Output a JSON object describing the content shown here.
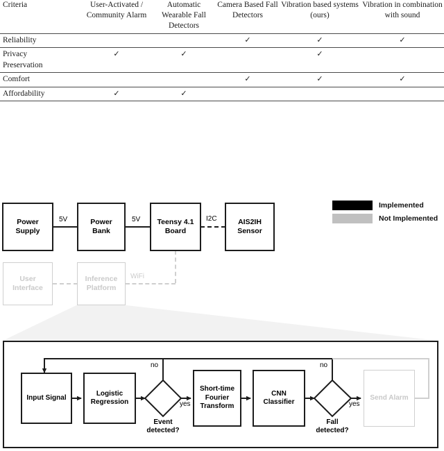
{
  "table": {
    "columns": [
      "Criteria",
      "User-Activated / Community Alarm",
      "Automatic Wearable Fall Detectors",
      "Camera Based Fall Detectors",
      "Vibration based systems (ours)",
      "Vibration in combination with sound"
    ],
    "check_glyph": "✓",
    "rows": [
      {
        "criteria": "Reliability",
        "marks": [
          "",
          "",
          "✓",
          "✓",
          "✓"
        ]
      },
      {
        "criteria": "Privacy Preservation",
        "marks": [
          "✓",
          "✓",
          "",
          "✓",
          ""
        ]
      },
      {
        "criteria": "Comfort",
        "marks": [
          "",
          "",
          "✓",
          "✓",
          "✓"
        ]
      },
      {
        "criteria": "Affordability",
        "marks": [
          "✓",
          "✓",
          "",
          "",
          ""
        ]
      }
    ]
  },
  "hardware": {
    "blocks": [
      {
        "label": "Power\nSupply",
        "state": "implemented"
      },
      {
        "label": "Power\nBank",
        "state": "implemented"
      },
      {
        "label": "Teensy 4.1\nBoard",
        "state": "implemented"
      },
      {
        "label": "AIS2IH\nSensor",
        "state": "implemented"
      },
      {
        "label": "User\nInterface",
        "state": "not-implemented"
      },
      {
        "label": "Inference\nPlatform",
        "state": "not-implemented"
      }
    ],
    "connection_labels": {
      "supply_to_bank": "5V",
      "bank_to_teensy": "5V",
      "teensy_to_sensor": "I2C",
      "wifi": "WiFi"
    }
  },
  "legend": {
    "items": [
      {
        "label": "Implemented",
        "color": "#000000"
      },
      {
        "label": "Not Implemented",
        "color": "#c0c0c0"
      }
    ]
  },
  "flowchart": {
    "blocks": [
      {
        "label": "Input Signal",
        "state": "implemented"
      },
      {
        "label": "Logistic\nRegression",
        "state": "implemented"
      },
      {
        "label": "Short-time\nFourier\nTransform",
        "state": "implemented"
      },
      {
        "label": "CNN\nClassifier",
        "state": "implemented"
      },
      {
        "label": "Send Alarm",
        "state": "not-implemented"
      }
    ],
    "decisions": [
      {
        "caption": "Event\ndetected?",
        "yes_label": "yes",
        "no_label": "no"
      },
      {
        "caption": "Fall\ndetected?",
        "yes_label": "yes",
        "no_label": "no"
      }
    ]
  }
}
